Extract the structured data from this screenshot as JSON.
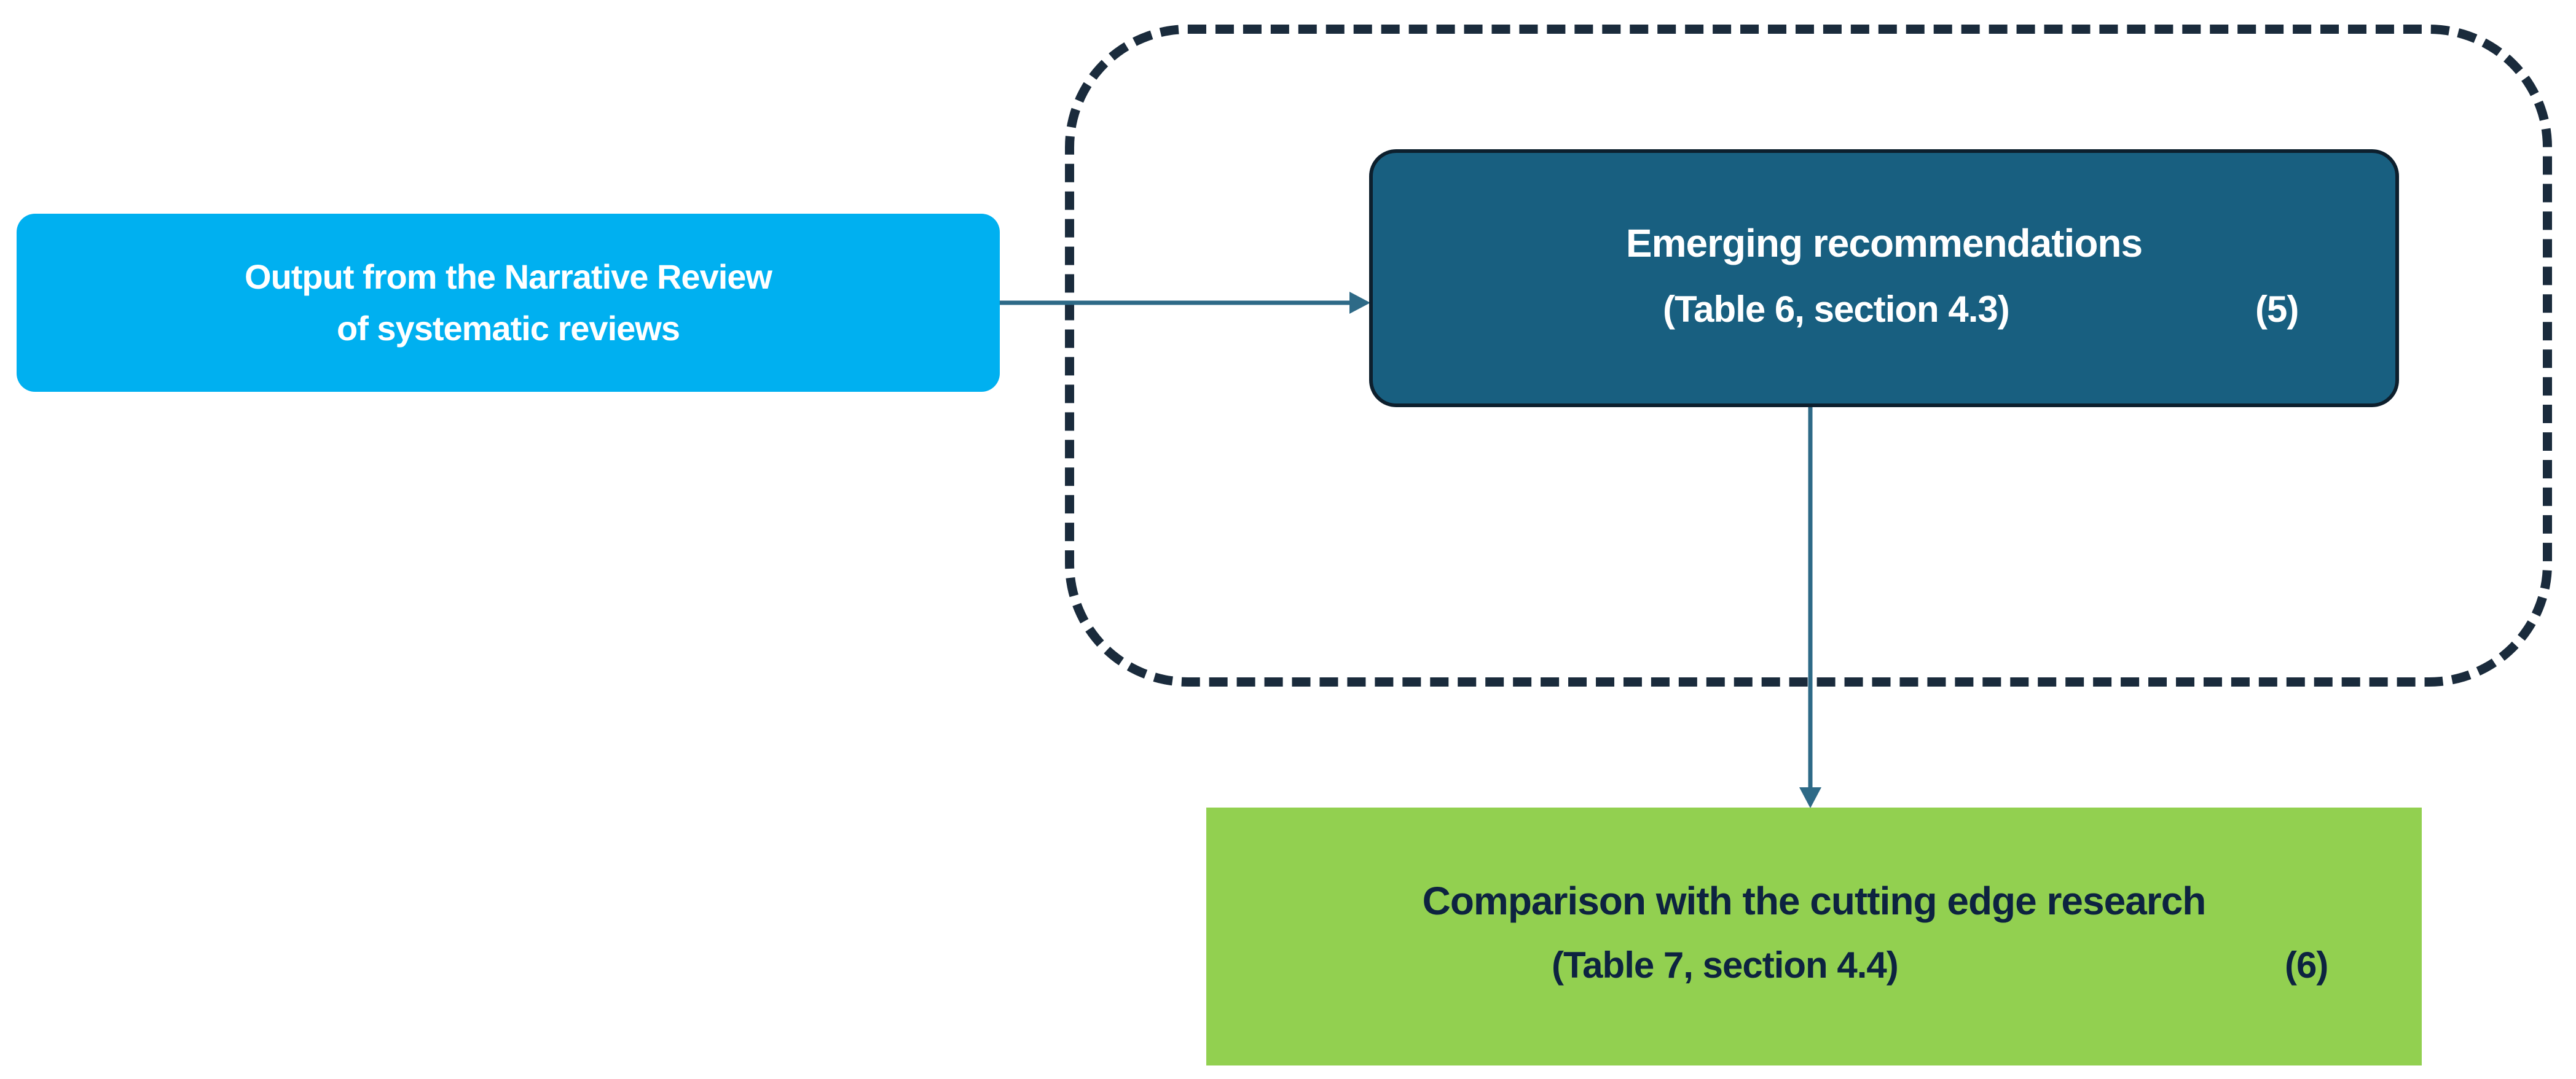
{
  "diagram": {
    "review_box": {
      "line1": "Output from the Narrative Review",
      "line2": "of systematic reviews"
    },
    "emerging_box": {
      "title": "Emerging recommendations",
      "reference": "(Table 6, section 4.3)",
      "step": "(5)"
    },
    "comparison_box": {
      "title": "Comparison with the cutting edge research",
      "reference": "(Table 7, section 4.4)",
      "step": "(6)"
    },
    "colors": {
      "review_fill": "#00b0f0",
      "emerging_fill": "#185f80",
      "comparison_fill": "#92d050",
      "arrow": "#2e6a87",
      "dashed_frame": "#1a2b3c"
    }
  }
}
